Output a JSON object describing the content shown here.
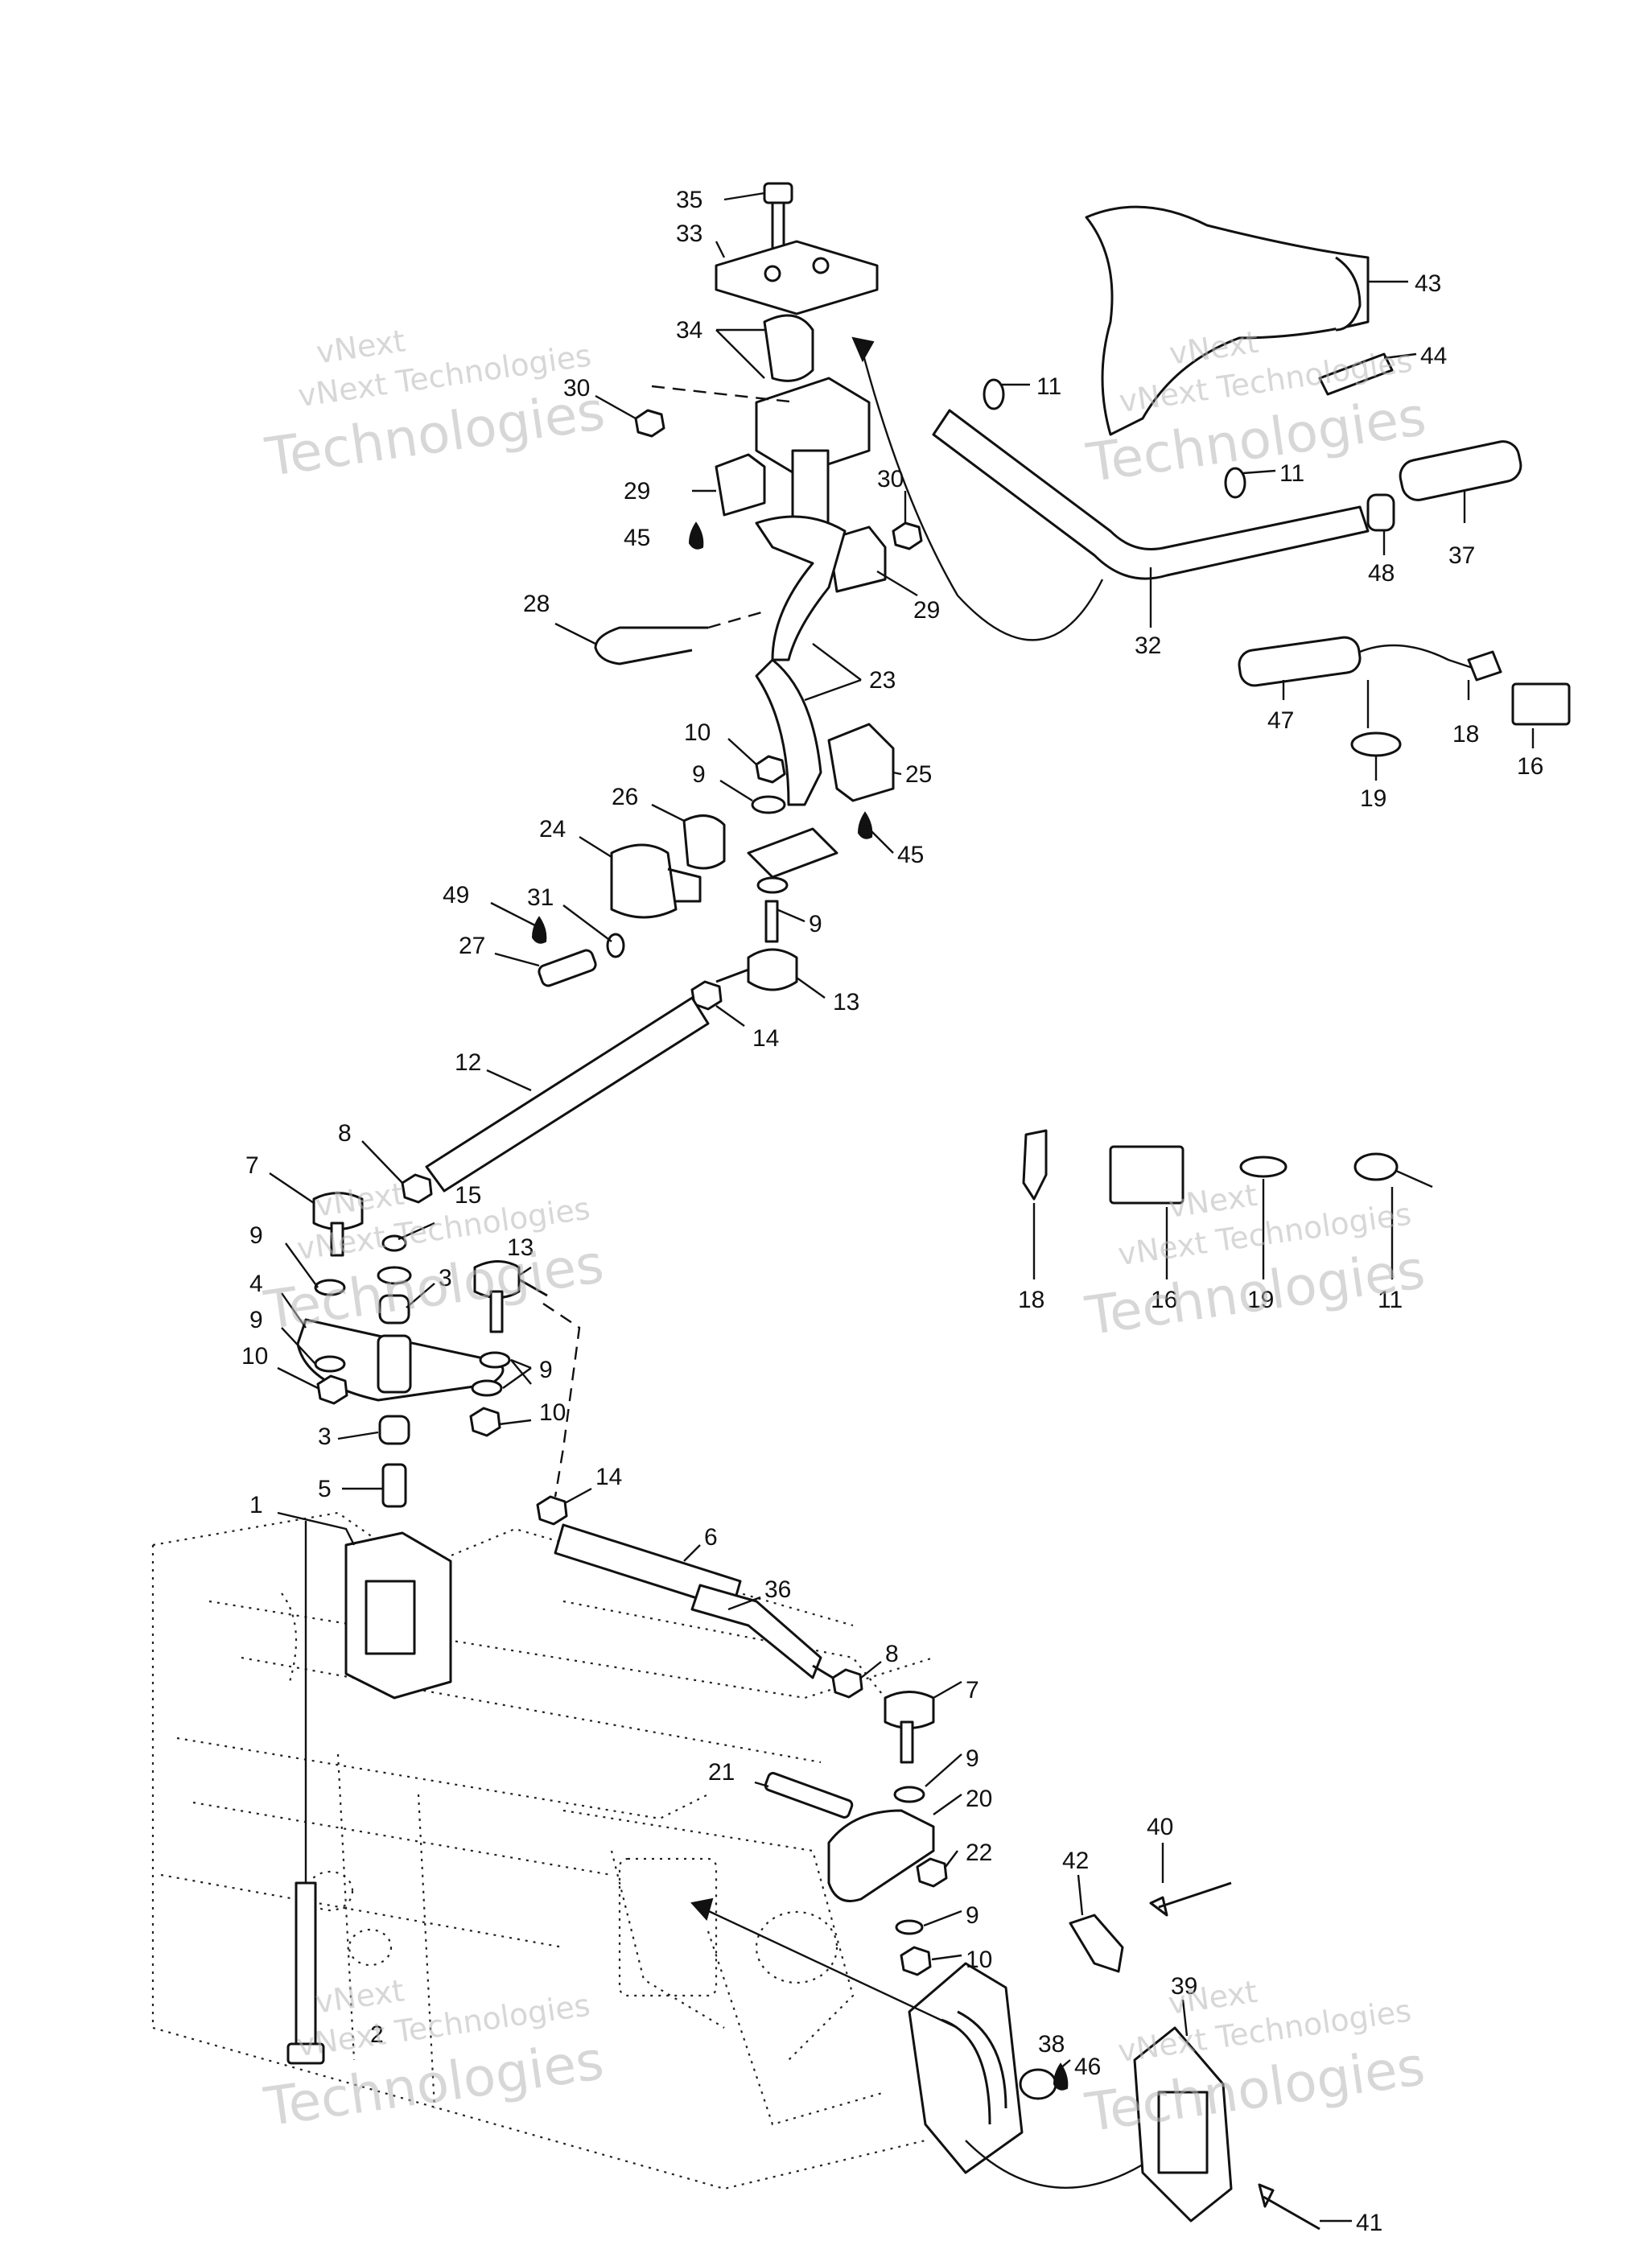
{
  "watermark": {
    "line1": "vNext",
    "line2": "vNext Technologies",
    "line3": "Technologies"
  },
  "callouts": [
    "35",
    "33",
    "34",
    "30",
    "29",
    "45",
    "30",
    "29",
    "28",
    "23",
    "10",
    "9",
    "25",
    "26",
    "24",
    "45",
    "49",
    "31",
    "9",
    "27",
    "13",
    "14",
    "12",
    "8",
    "7",
    "15",
    "9",
    "3",
    "13",
    "4",
    "9",
    "9",
    "10",
    "10",
    "3",
    "5",
    "14",
    "1",
    "6",
    "36",
    "8",
    "7",
    "21",
    "9",
    "20",
    "22",
    "9",
    "10",
    "42",
    "40",
    "2",
    "38",
    "46",
    "39",
    "41",
    "43",
    "11",
    "44",
    "11",
    "48",
    "37",
    "32",
    "47",
    "18",
    "19",
    "16",
    "18",
    "16",
    "19",
    "11"
  ],
  "colors": {
    "line": "#111111",
    "paper": "#ffffff",
    "watermark": "#b8b8b8"
  }
}
